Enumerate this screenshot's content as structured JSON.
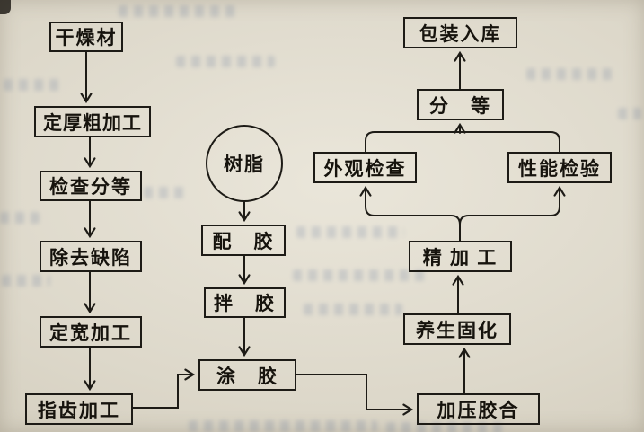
{
  "page": {
    "background_color": "#ddd8ca",
    "line_color": "#1d1b16",
    "description_type": "process-flowchart"
  },
  "flowchart": {
    "nodes": {
      "dried_material": "干燥材",
      "thickness_rough_processing": "定厚粗加工",
      "inspection_grading": "检查分等",
      "defect_removal": "除去缺陷",
      "width_processing": "定宽加工",
      "finger_joint_processing": "指齿加工",
      "resin": "树脂",
      "glue_preparation": "配　胶",
      "glue_mixing": "拌　胶",
      "glue_application": "涂　胶",
      "packaging_warehousing": "包装入库",
      "grading": "分　等",
      "appearance_inspection": "外观检查",
      "performance_testing": "性能检验",
      "fine_processing": "精 加 工",
      "curing": "养生固化",
      "pressure_gluing": "加压胶合"
    },
    "edges": [
      [
        "dried_material",
        "thickness_rough_processing"
      ],
      [
        "thickness_rough_processing",
        "inspection_grading"
      ],
      [
        "inspection_grading",
        "defect_removal"
      ],
      [
        "defect_removal",
        "width_processing"
      ],
      [
        "width_processing",
        "finger_joint_processing"
      ],
      [
        "finger_joint_processing",
        "glue_application"
      ],
      [
        "resin",
        "glue_preparation"
      ],
      [
        "glue_preparation",
        "glue_mixing"
      ],
      [
        "glue_mixing",
        "glue_application"
      ],
      [
        "glue_application",
        "pressure_gluing"
      ],
      [
        "pressure_gluing",
        "curing"
      ],
      [
        "curing",
        "fine_processing"
      ],
      [
        "fine_processing",
        "appearance_inspection"
      ],
      [
        "fine_processing",
        "performance_testing"
      ],
      [
        "appearance_inspection",
        "grading"
      ],
      [
        "performance_testing",
        "grading"
      ],
      [
        "grading",
        "packaging_warehousing"
      ]
    ]
  }
}
